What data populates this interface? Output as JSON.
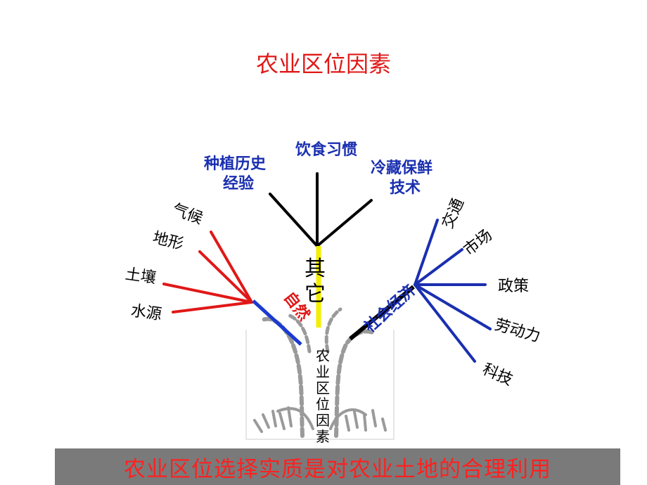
{
  "title": "农业区位因素",
  "tree": {
    "trunk_label": "农业区位因素",
    "natural": {
      "label": "自然",
      "factors": [
        "气候",
        "地形",
        "土壤",
        "水源"
      ]
    },
    "other": {
      "label": "其它",
      "factors": [
        "种植历史经验",
        "饮食习惯",
        "冷藏保鲜技术"
      ]
    },
    "socio_economic": {
      "label": "社会经济",
      "factors": [
        "交通",
        "市场",
        "政策",
        "劳动力",
        "科技"
      ]
    }
  },
  "labels": {
    "history_line1": "种植历史",
    "history_line2": "经验",
    "diet": "饮食习惯",
    "cold_line1": "冷藏保鲜",
    "cold_line2": "技术",
    "qihou": "气候",
    "dixing": "地形",
    "turang": "土壤",
    "shuiyuan": "水源",
    "ziran": "自然",
    "qita_1": "其",
    "qita_2": "它",
    "shehui": "社会经济",
    "jiaotong": "交通",
    "shichang": "市场",
    "zhengce": "政策",
    "laodongli": "劳动力",
    "keji": "科技"
  },
  "banner": "农业区位选择实质是对农业土地的合理利用",
  "colors": {
    "title": "#e01818",
    "natural_branch": "#e01818",
    "other_branch": "#000000",
    "socio_branch": "#1a2fb0",
    "banner_bg": "#7a7a7a",
    "banner_text": "#ff2020"
  }
}
